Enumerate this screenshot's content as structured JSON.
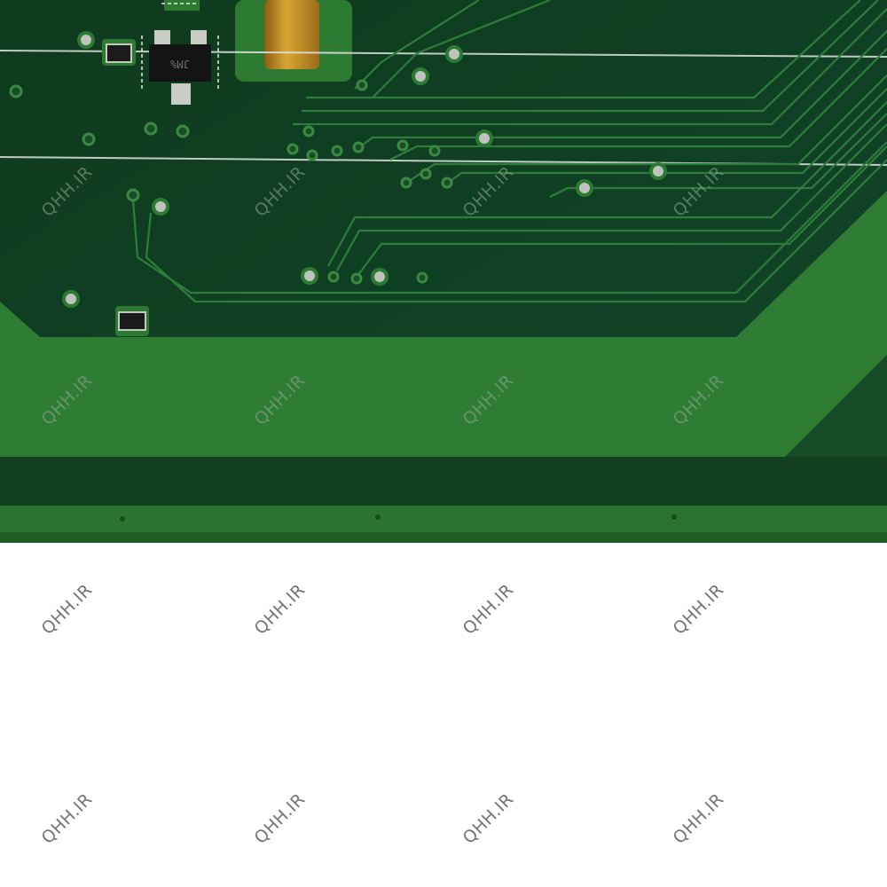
{
  "image": {
    "subject": "green printed circuit board edge",
    "colors": {
      "board_dark": "#0f3d1f",
      "board_light": "#2f7d34",
      "board_mid": "#22612a",
      "trace": "#2e7a3a",
      "via": "#b9bdb7",
      "gold_pad": "#c79526",
      "background": "#ffffff"
    }
  },
  "chip_marking": "JM%",
  "watermark": {
    "text": "QHH.IR"
  }
}
